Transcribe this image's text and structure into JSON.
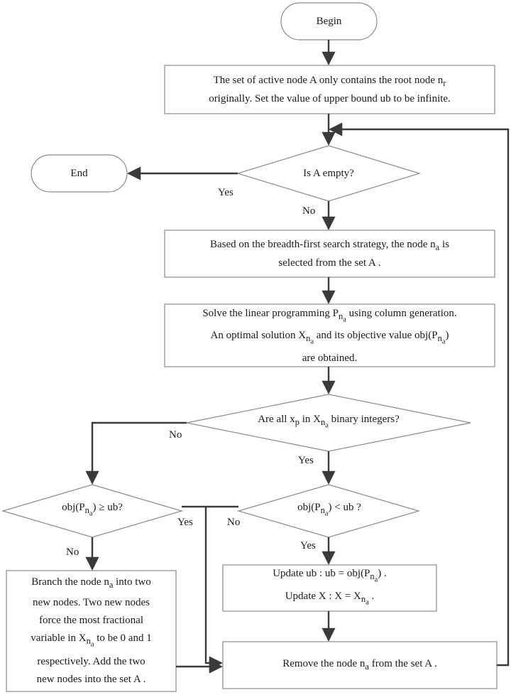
{
  "nodes": {
    "begin": "Begin",
    "init": {
      "line1": "The set of active node A only contains the root node n",
      "line1_sub": "r",
      "line2": "originally. Set the value of upper bound ub to be infinite."
    },
    "is_empty": "Is A empty?",
    "end": "End",
    "select": {
      "line1": "Based on the breadth-first search strategy, the node n",
      "line1_sub": "a",
      "line1_tail": " is",
      "line2": "selected from the set A ."
    },
    "solve": {
      "line1": "Solve the linear programming P",
      "line1_sub": "n",
      "line1_subsub": "a",
      "line1_tail": " using column generation.",
      "line2": "An optimal solution X",
      "line2_tail": " and its objective value obj(P",
      "line2_end": ")",
      "line3": "are obtained."
    },
    "binary_check": {
      "pre": "Are all x",
      "sub": "p",
      "mid": " in X",
      "tail": " binary integers?"
    },
    "obj_ge_ub": {
      "pre": "obj(P",
      "tail": ") ≥ ub?"
    },
    "obj_lt_ub": {
      "pre": "obj(P",
      "tail": ") < ub ?"
    },
    "update": {
      "line1_pre": "Update ub :  ub = obj(P",
      "line1_tail": ") .",
      "line2_pre": "Update X  :  X = X",
      "line2_tail": "   ."
    },
    "branch": {
      "l1": "Branch the node  n",
      "l1_tail": " into two",
      "l2": "new nodes. Two new nodes",
      "l3": "force the most fractional",
      "l4": "variable in  X",
      "l4_tail": " to be 0 and 1",
      "l5": "respectively. Add the two",
      "l6": "new nodes into the set A ."
    },
    "remove": {
      "pre": "Remove the node n",
      "tail": " from the set  A ."
    }
  },
  "edge_labels": {
    "yes_empty": "Yes",
    "no_empty": "No",
    "no_binary": "No",
    "yes_binary": "Yes",
    "yes_ge": "Yes",
    "no_ge": "No",
    "no_lt": "No",
    "yes_lt": "Yes"
  }
}
